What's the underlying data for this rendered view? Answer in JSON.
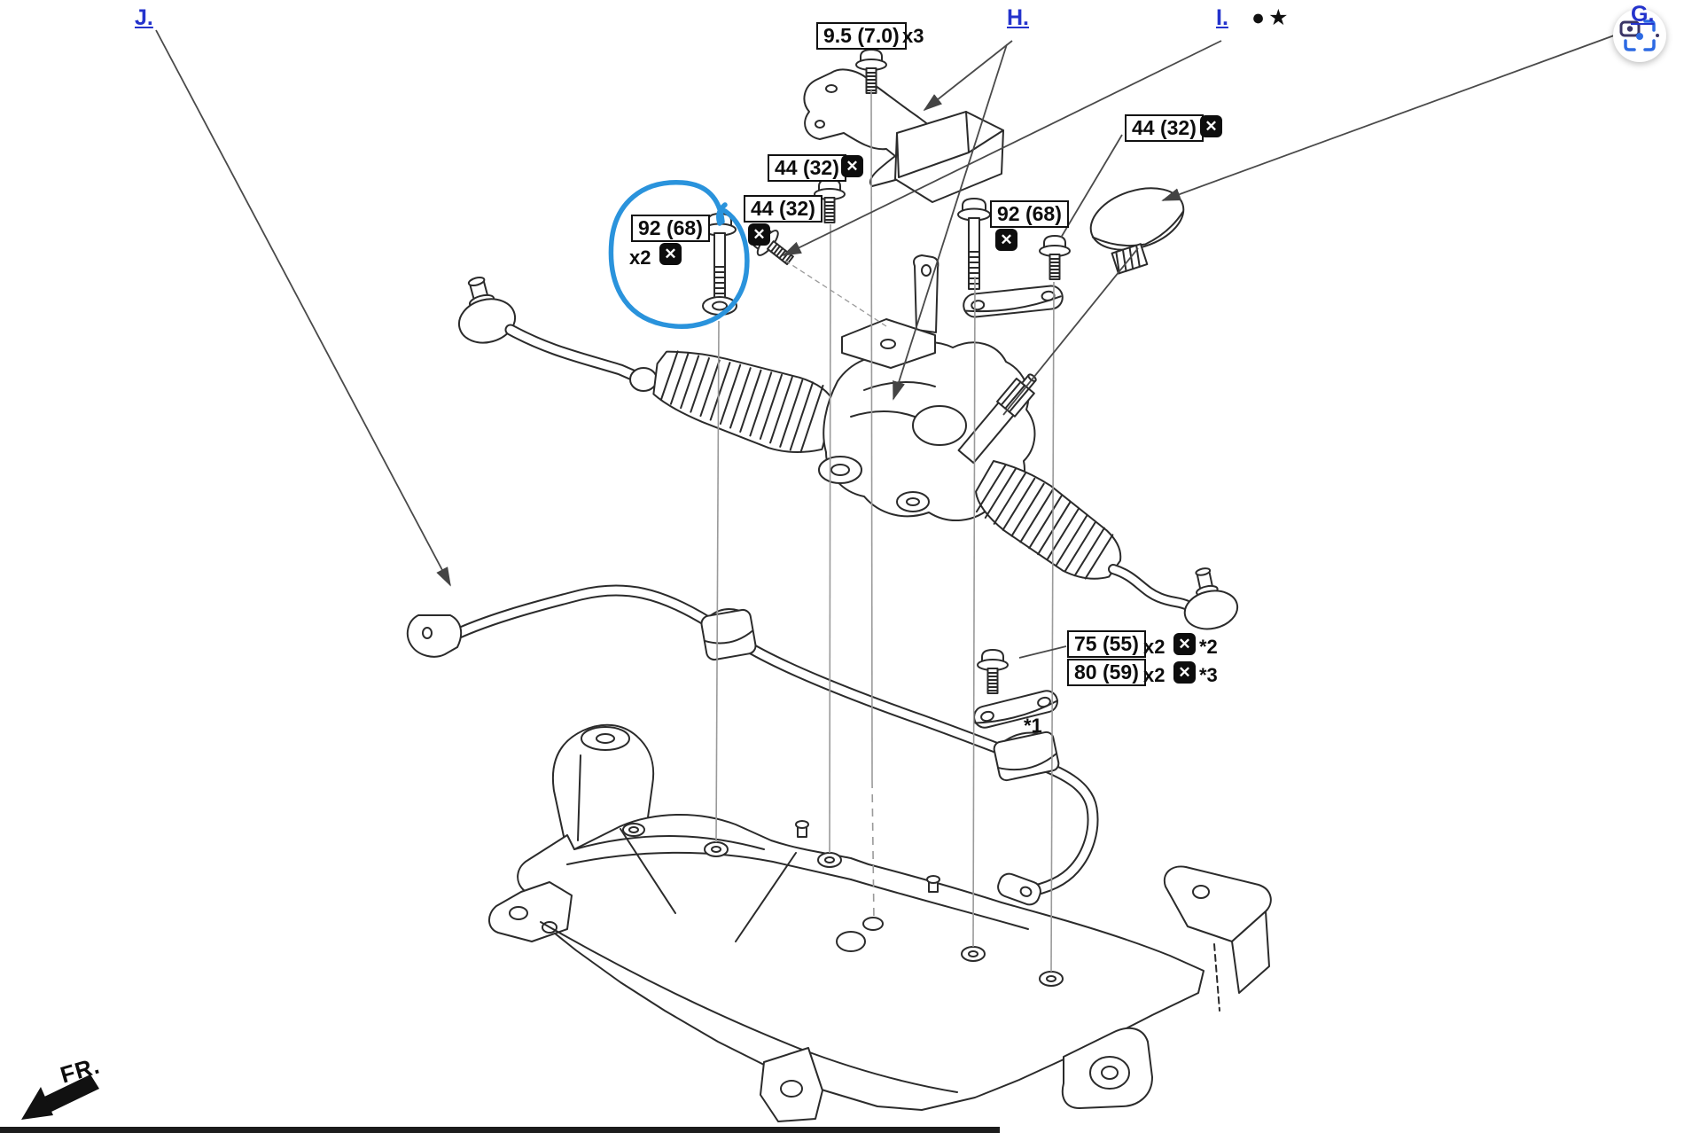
{
  "colors": {
    "link": "#2433cc",
    "line": "#2b2b2b",
    "leader": "#4a4a4a",
    "projection": "#9a9a9a",
    "highlight": "#2a93dc"
  },
  "links": {
    "j": "J.",
    "h": "H.",
    "i": "I.",
    "g": "G."
  },
  "marks": {
    "bullet_star": "●★"
  },
  "replace_glyph": "✕",
  "torque_specs": {
    "heat_shield": {
      "value": "9.5 (7.0)",
      "qty": "x3"
    },
    "bracket_upper": {
      "value": "44 (32)"
    },
    "bracket_lower": {
      "value": "44 (32)"
    },
    "rack_left": {
      "value": "92 (68)",
      "qty": "x2"
    },
    "rack_right": {
      "value": "92 (68)"
    },
    "cap_right": {
      "value": "44 (32)"
    },
    "stab_spec_a": {
      "value": "75 (55)",
      "qty": "x2",
      "note": "*2"
    },
    "stab_spec_b": {
      "value": "80 (59)",
      "qty": "x2",
      "note": "*3"
    }
  },
  "notes": {
    "clamp": "*1"
  },
  "direction": {
    "front": "FR."
  }
}
